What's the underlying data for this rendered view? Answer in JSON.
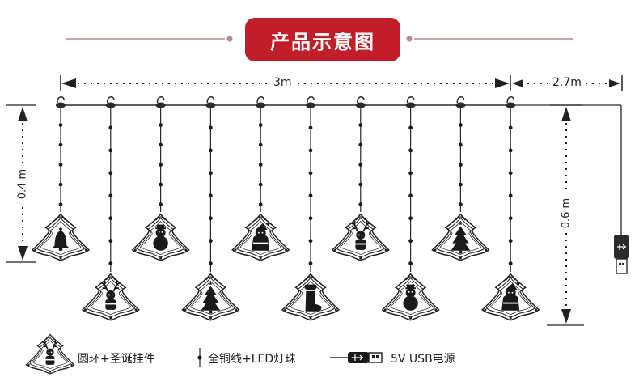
{
  "header": {
    "title": "产品示意图"
  },
  "dimensions": {
    "width_main": "3m",
    "width_cable": "2.7m",
    "height_short": "0.4 m",
    "height_long": "0.6 m"
  },
  "legend": {
    "ornament_label": "圆环+圣诞挂件",
    "wire_label": "全铜线+LED灯珠",
    "power_label": "5V USB电源"
  },
  "ornaments": [
    {
      "figure": "bell-icon",
      "row": "short"
    },
    {
      "figure": "reindeer-icon",
      "row": "long"
    },
    {
      "figure": "snowman-icon",
      "row": "short"
    },
    {
      "figure": "tree-icon",
      "row": "long"
    },
    {
      "figure": "santa-icon",
      "row": "short"
    },
    {
      "figure": "boot-icon",
      "row": "long"
    },
    {
      "figure": "reindeer-icon",
      "row": "short"
    },
    {
      "figure": "snowman-icon",
      "row": "long"
    },
    {
      "figure": "tree-icon",
      "row": "short"
    },
    {
      "figure": "santa-icon",
      "row": "long"
    }
  ],
  "colors": {
    "accent": "#c21e2a",
    "line": "#2a2a2a",
    "title_text": "#ffffff"
  }
}
